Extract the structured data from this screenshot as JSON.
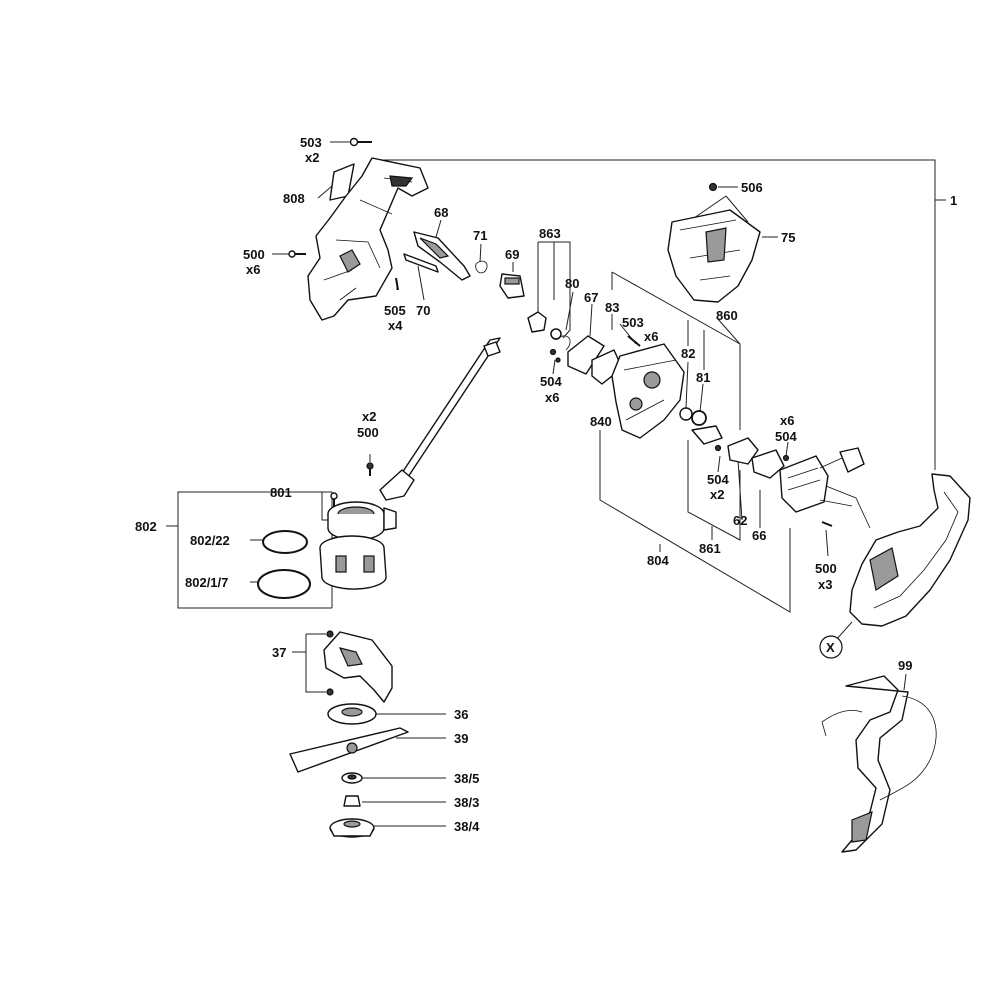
{
  "callouts": {
    "c503a": "503",
    "c503a_q": "x2",
    "c808": "808",
    "c500a": "500",
    "c500a_q": "x6",
    "c68": "68",
    "c71": "71",
    "c69": "69",
    "c505": "505",
    "c505_q": "x4",
    "c70": "70",
    "c863": "863",
    "c80": "80",
    "c67": "67",
    "c83": "83",
    "c503b": "503",
    "c503b_q": "x6",
    "c860": "860",
    "c82": "82",
    "c81": "81",
    "c504a": "504",
    "c504a_q": "x6",
    "c840": "840",
    "c506": "506",
    "c75": "75",
    "c1": "1",
    "c504b_q": "x6",
    "c504b": "504",
    "c504c": "504",
    "c504c_q": "x2",
    "c62": "62",
    "c66": "66",
    "c861": "861",
    "c804": "804",
    "c500b": "500",
    "c500b_q": "x3",
    "cX": "X",
    "c500c_q": "x2",
    "c500c": "500",
    "c801": "801",
    "c802": "802",
    "c802_22": "802/22",
    "c802_1_7": "802/1/7",
    "c37": "37",
    "c36": "36",
    "c39": "39",
    "c38_5": "38/5",
    "c38_3": "38/3",
    "c38_4": "38/4",
    "c99": "99"
  }
}
